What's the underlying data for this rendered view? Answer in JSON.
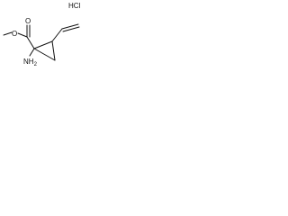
{
  "molecule": {
    "salt_label": "HCl",
    "atoms": {
      "carbonyl_oxygen": "O",
      "ester_oxygen": "O",
      "amine": "NH2",
      "amine_head": "NH",
      "amine_subscript": "2"
    }
  },
  "colors": {
    "bond": "#111111",
    "background": "#ffffff"
  }
}
